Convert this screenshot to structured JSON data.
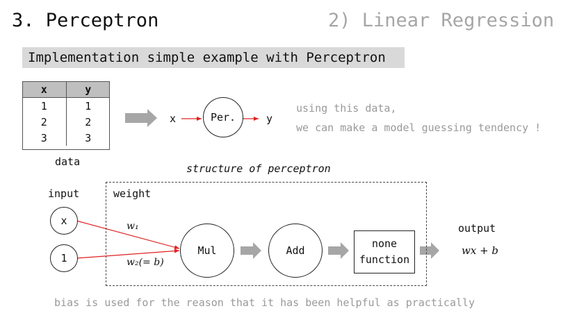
{
  "header": {
    "title": "3. Perceptron",
    "section": "2) Linear Regression"
  },
  "subtitle": "Implementation simple example with Perceptron",
  "data_table": {
    "headers": [
      "x",
      "y"
    ],
    "rows": [
      [
        "1",
        "1"
      ],
      [
        "2",
        "2"
      ],
      [
        "3",
        "3"
      ]
    ],
    "caption": "data"
  },
  "simple_model": {
    "input": "x",
    "node": "Per.",
    "output": "y"
  },
  "notes": {
    "line1": "using this data,",
    "line2": "we can make a model guessing tendency !"
  },
  "structure": {
    "title": "structure of perceptron",
    "input_label": "input",
    "weight_label": "weight",
    "input_x": "x",
    "input_one": "1",
    "w1": "w₁",
    "w2": "w₂(= b)",
    "mul": "Mul",
    "add": "Add",
    "activation_line1": "none",
    "activation_line2": "function",
    "output_label": "output",
    "output_formula": "wx + b"
  },
  "footer": "bias is used for the reason that it has been helpful as practically",
  "colors": {
    "arrow_red": "#e02020",
    "block_arrow": "#a6a6a6",
    "header_fill": "#bfbfbf",
    "subtitle_fill": "#d9d9d9",
    "muted_text": "#9a9a9a"
  }
}
